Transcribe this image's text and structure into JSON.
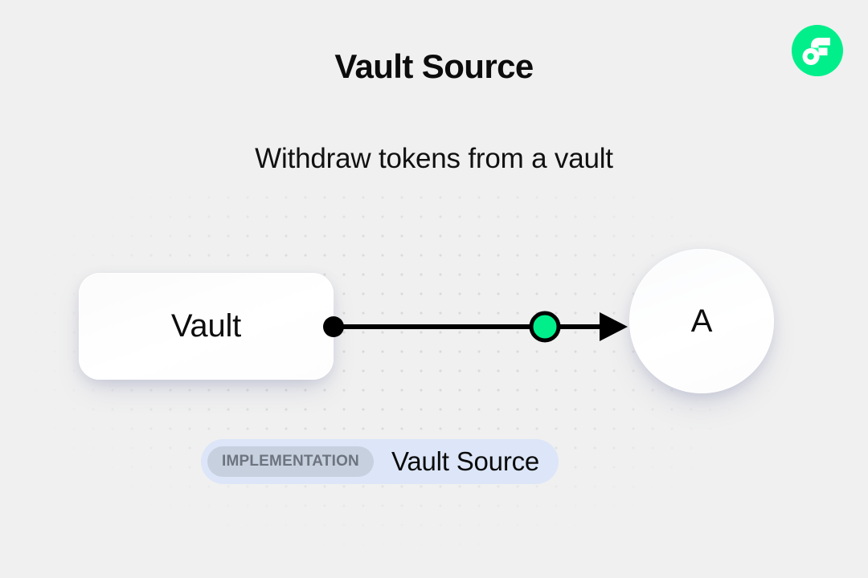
{
  "header": {
    "title": "Vault Source",
    "subtitle": "Withdraw tokens from a vault",
    "logo_icon": "flow-logo-icon",
    "logo_color": "#00ef8b"
  },
  "diagram": {
    "type": "flow-edge-diagram",
    "nodes": [
      {
        "id": "vault",
        "label": "Vault",
        "shape": "rounded-rect"
      },
      {
        "id": "a",
        "label": "A",
        "shape": "circle"
      }
    ],
    "edge": {
      "from": "vault",
      "to": "a",
      "source_handle_color": "#000000",
      "token_marker_color": "#00ef8b",
      "line_color": "#000000",
      "arrow_color": "#000000"
    },
    "grid": {
      "dot_color": "#d9d9d9",
      "background_color": "#f0f0f0",
      "spacing": 24
    }
  },
  "badge": {
    "kind_label": "IMPLEMENTATION",
    "name": "Vault Source",
    "background_color": "#dce6f8",
    "chip_color": "#c7d0de",
    "chip_text_color": "#6d7480"
  }
}
